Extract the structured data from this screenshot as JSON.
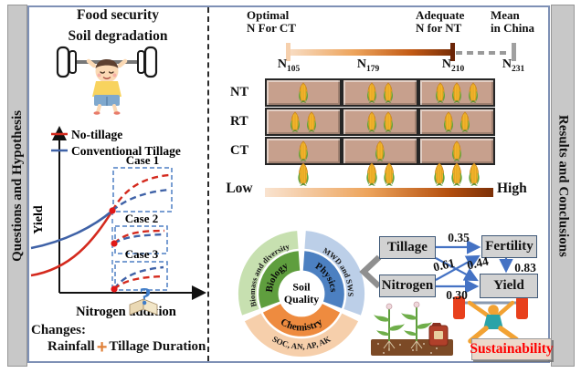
{
  "left_strip": {
    "label": "Questions and Hypothesis"
  },
  "right_strip": {
    "label": "Results and Conclusions"
  },
  "left_panel": {
    "heading_food": "Food security",
    "heading_soil": "Soil degradation",
    "chart": {
      "legend_no_tillage": "No-tillage",
      "legend_conventional": "Conventional Tillage",
      "ylabel": "Yield",
      "xlabel": "Nitrogen addition",
      "case1": "Case 1",
      "case2": "Case 2",
      "case3": "Case 3",
      "question_mark": "?",
      "no_tillage_color": "#d42a1e",
      "conventional_color": "#3f62a7"
    },
    "changes": {
      "title": "Changes:",
      "rainfall": "Rainfall",
      "plus": "+",
      "tillage_duration": "Tillage Duration"
    }
  },
  "right_panel": {
    "n_gradient": {
      "optimal_line1": "Optimal",
      "optimal_line2": "N For CT",
      "adequate_line1": "Adequate",
      "adequate_line2": "N for NT",
      "mean_line1": "Mean",
      "mean_line2": "in China",
      "ticks": [
        {
          "sym": "N",
          "sub": "105"
        },
        {
          "sym": "N",
          "sub": "179"
        },
        {
          "sym": "N",
          "sub": "210"
        },
        {
          "sym": "N",
          "sub": "231"
        }
      ]
    },
    "yield_grid": {
      "rows": [
        {
          "label": "NT",
          "corn": [
            1,
            2,
            3
          ]
        },
        {
          "label": "RT",
          "corn": [
            2,
            2,
            2
          ]
        },
        {
          "label": "CT",
          "corn": [
            1,
            1,
            1
          ]
        }
      ],
      "footer_corn": [
        1,
        2,
        3
      ],
      "low": "Low",
      "high": "High"
    },
    "soil_quality": {
      "center1": "Soil",
      "center2": "Quality",
      "biology": "Biology",
      "physics": "Physics",
      "chemistry": "Chemistry",
      "biology_outer": "Biomass and diversity",
      "physics_outer": "MWD and SWS",
      "chemistry_outer": "SOC, AN, AP, AK",
      "colors": {
        "biology": "#5f9e3e",
        "biology_light": "#c7e0b0",
        "physics": "#4c80c1",
        "physics_light": "#bccfe8",
        "chemistry": "#ee8b3f",
        "chemistry_light": "#f6cfab"
      }
    },
    "sem": {
      "box_tillage": "Tillage",
      "box_nitrogen": "Nitrogen",
      "box_fertility": "Fertility",
      "box_yield": "Yield",
      "coef_tillage_fertility": "0.35",
      "coef_tillage_yield": "0.61",
      "coef_nitrogen_fertility": "0.44",
      "coef_nitrogen_yield": "0.30",
      "coef_fertility_yield": "0.83",
      "arrow_color": "#4472c4",
      "sustainability": "Sustainability"
    }
  }
}
